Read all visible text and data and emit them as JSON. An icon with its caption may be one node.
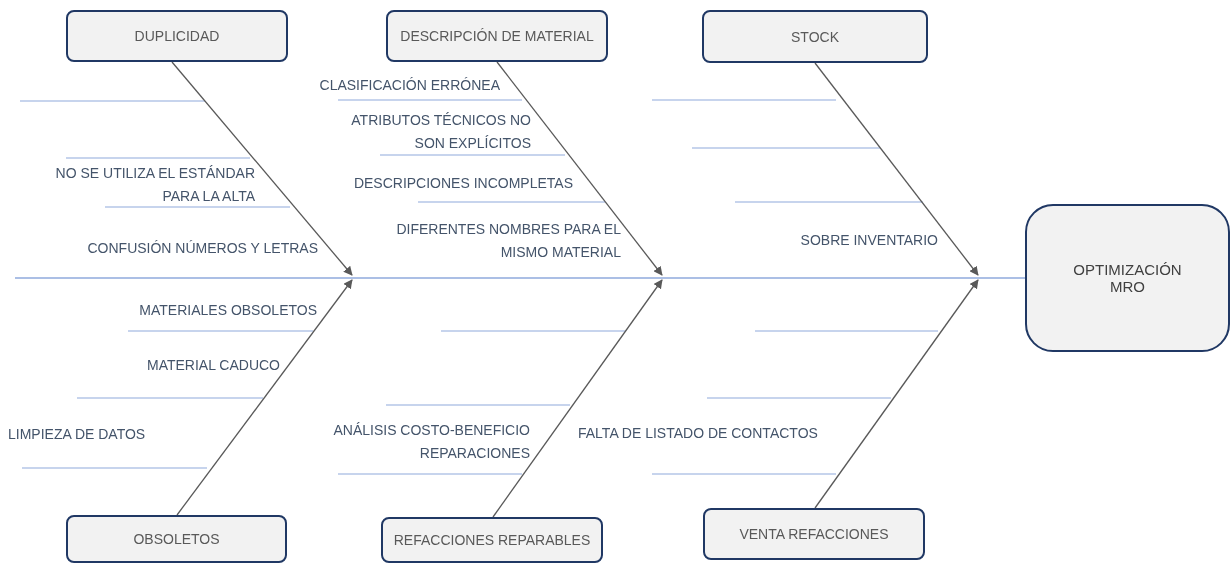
{
  "diagram": {
    "nodes": [
      {
        "text": [
          "DUPLICIDAD"
        ]
      },
      {
        "text": [
          "DESCRIPCIÓN DE MATERIAL"
        ]
      },
      {
        "text": [
          "STOCK"
        ]
      },
      {
        "text": [
          "OBSOLETOS"
        ]
      },
      {
        "text": [
          "REFACCIONES REPARABLES"
        ]
      },
      {
        "text": [
          "VENTA REFACCIONES"
        ]
      },
      {
        "text": [
          "OPTIMIZACIÓN MRO"
        ]
      }
    ],
    "edges": [
      {
        "from": 0,
        "to": null,
        "arrow": "to"
      },
      {
        "from": 1,
        "to": null,
        "arrow": "to"
      },
      {
        "from": 2,
        "to": null,
        "arrow": "to"
      },
      {
        "from": 3,
        "to": null,
        "arrow": "to"
      },
      {
        "from": 4,
        "to": null,
        "arrow": "to"
      },
      {
        "from": 5,
        "to": null,
        "arrow": "to"
      },
      {
        "from": null,
        "to": 6,
        "arrow": "none",
        "color": "#8faadc"
      }
    ],
    "labels": [
      "CLASIFICACIÓN ERRÓNEA",
      "ATRIBUTOS TÉCNICOS NO SON EXPLÍCITOS",
      "NO SE UTILIZA EL ESTÁNDAR PARA LA ALTA",
      "DESCRIPCIONES INCOMPLETAS",
      "DIFERENTES NOMBRES PARA EL MISMO MATERIAL",
      "SOBRE INVENTARIO",
      "CONFUSIÓN NÚMEROS Y LETRAS",
      "MATERIALES OBSOLETOS",
      "MATERIAL CADUCO",
      "ANÁLISIS COSTO-BENEFICIO REPARACIONES",
      "FALTA DE LISTADO DE CONTACTOS",
      "LIMPIEZA DE DATOS"
    ]
  }
}
